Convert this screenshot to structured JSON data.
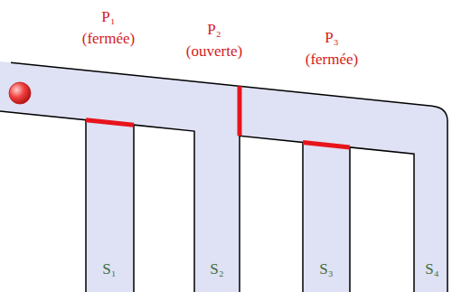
{
  "diagram": {
    "labels": [
      "P₁",
      "(fermée)",
      "P₂",
      "(ouverte)",
      "P₃",
      "(fermée)",
      "S₁",
      "S₂",
      "S₃",
      "S₄"
    ]
  }
}
